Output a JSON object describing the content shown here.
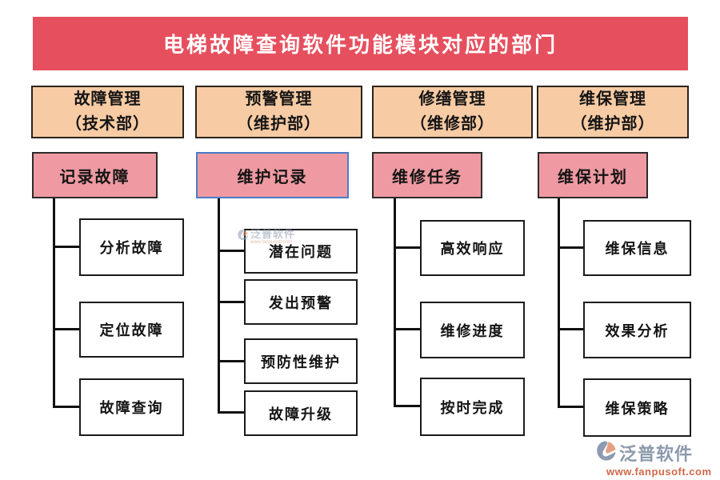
{
  "title": "电梯故障查询软件功能模块对应的部门",
  "colors": {
    "banner": "#e64f5e",
    "header_fill": "#f7cba4",
    "module_fill": "#ef9aa2",
    "module_selected_border": "#4a7cc7",
    "line": "#111111",
    "brand_grey": "#8c99ac",
    "brand_orange": "#d0694a"
  },
  "columns": [
    {
      "header": "故障管理",
      "dept": "（技术部）",
      "module": "记录故障",
      "children": [
        "分析故障",
        "定位故障",
        "故障查询"
      ]
    },
    {
      "header": "预警管理",
      "dept": "（维护部）",
      "module": "维护记录",
      "children": [
        "潜在问题",
        "发出预警",
        "预防性维护",
        "故障升级"
      ]
    },
    {
      "header": "修缮管理",
      "dept": "（维修部）",
      "module": "维修任务",
      "children": [
        "高效响应",
        "维修进度",
        "按时完成"
      ]
    },
    {
      "header": "维保管理",
      "dept": "（维护部）",
      "module": "维保计划",
      "children": [
        "维保信息",
        "效果分析",
        "维保策略"
      ]
    }
  ],
  "watermark": {
    "brand": "泛普软件",
    "sub": "www.fanpusoft.com"
  },
  "footer_logo": {
    "brand": "泛普软件",
    "url": "www.fanpusoft.com"
  }
}
